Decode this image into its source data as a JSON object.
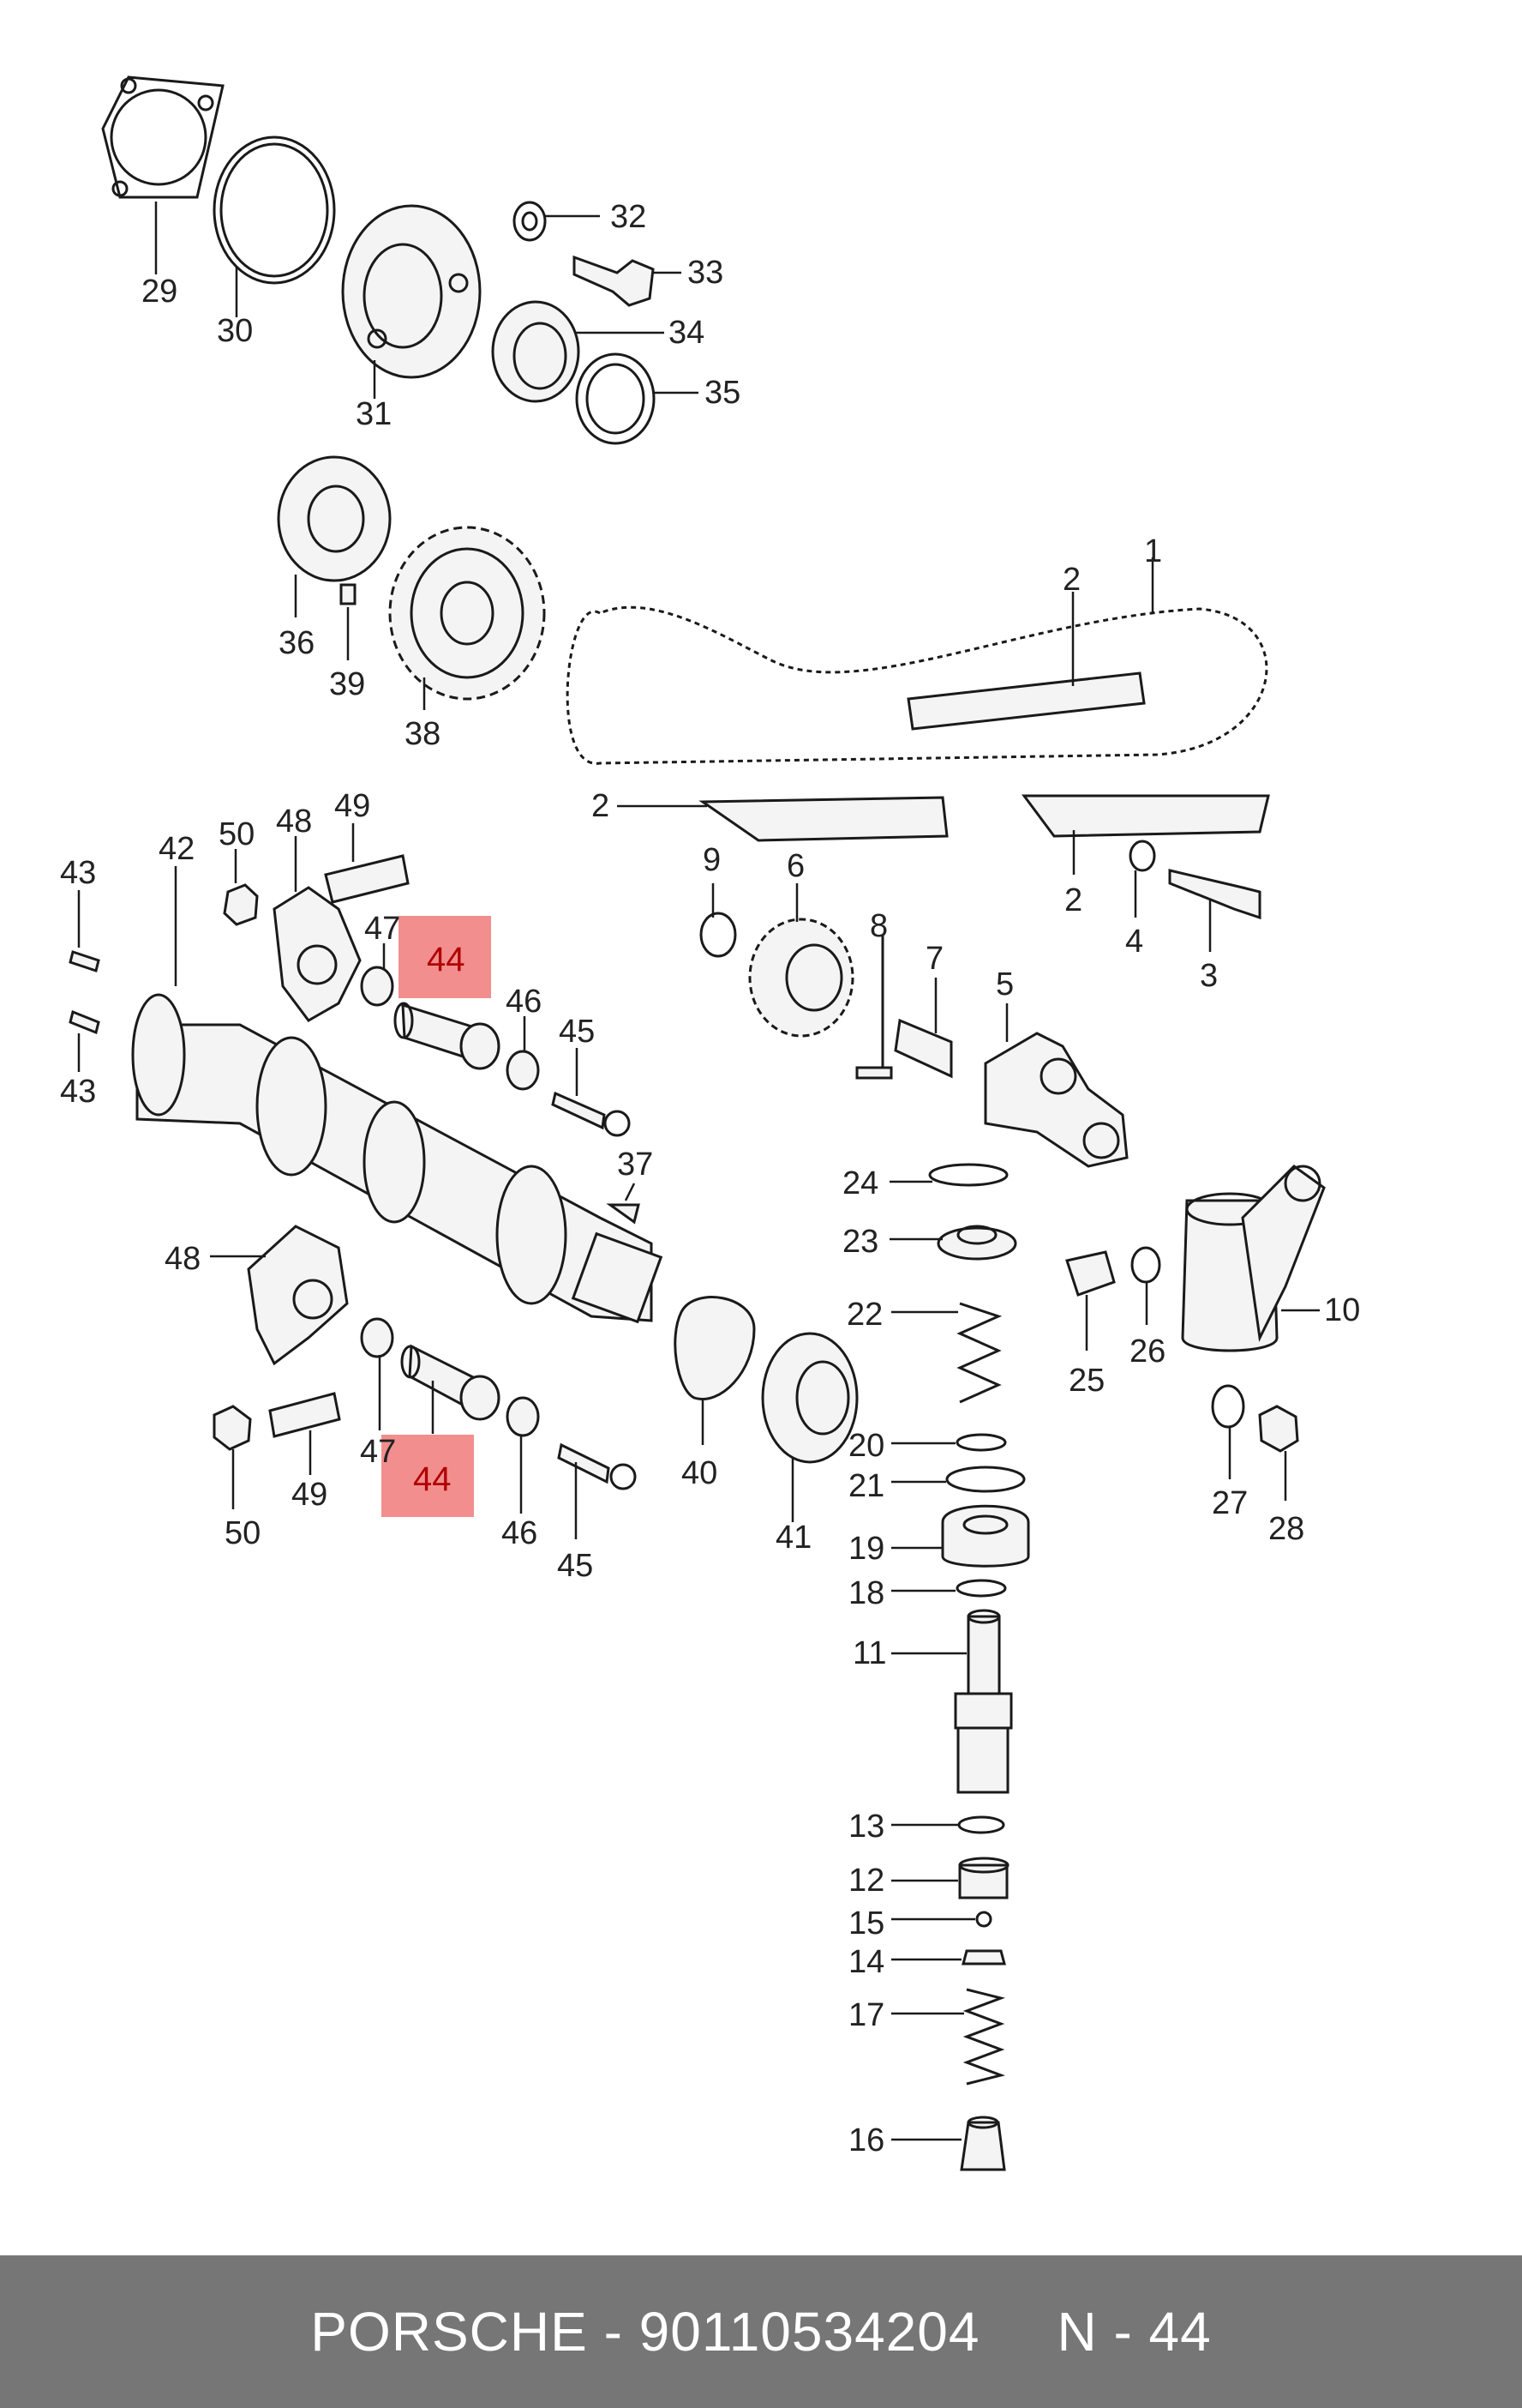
{
  "footer": {
    "brand": "PORSCHE",
    "part_number_label": "PORSCHE - 90110534204",
    "ref_label": "N - 44"
  },
  "highlight": {
    "label": "44",
    "color": "#f28e8e"
  },
  "callouts": {
    "c1": "1",
    "c2a": "2",
    "c2b": "2",
    "c2c": "2",
    "c3": "3",
    "c4": "4",
    "c5": "5",
    "c6": "6",
    "c7": "7",
    "c8": "8",
    "c9": "9",
    "c10": "10",
    "c11": "11",
    "c12": "12",
    "c13": "13",
    "c14": "14",
    "c15": "15",
    "c16": "16",
    "c17": "17",
    "c18": "18",
    "c19": "19",
    "c20": "20",
    "c21": "21",
    "c22": "22",
    "c23": "23",
    "c24": "24",
    "c25": "25",
    "c26": "26",
    "c27": "27",
    "c28": "28",
    "c29": "29",
    "c30": "30",
    "c31": "31",
    "c32": "32",
    "c33": "33",
    "c34": "34",
    "c35": "35",
    "c36": "36",
    "c37": "37",
    "c38": "38",
    "c39": "39",
    "c40": "40",
    "c41": "41",
    "c42": "42",
    "c43a": "43",
    "c43b": "43",
    "c44a": "44",
    "c44b": "44",
    "c45a": "45",
    "c45b": "45",
    "c46a": "46",
    "c46b": "46",
    "c47a": "47",
    "c47b": "47",
    "c48a": "48",
    "c48b": "48",
    "c49a": "49",
    "c49b": "49",
    "c50a": "50",
    "c50b": "50"
  }
}
